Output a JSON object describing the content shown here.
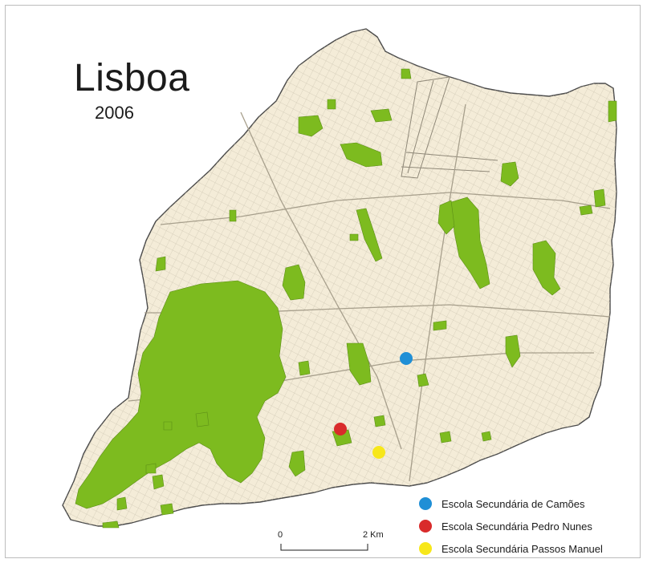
{
  "map": {
    "title": "Lisboa",
    "year": "2006",
    "colors": {
      "land": "#f4ecd8",
      "outline": "#4a4a4a",
      "streets": "#c9c1ae",
      "parks": "#7dbb1f"
    }
  },
  "schools": [
    {
      "label": "Escola Secundária de Camões",
      "color": "#1f8fd6",
      "icon": "blue-dot"
    },
    {
      "label": "Escola Secundária Pedro Nunes",
      "color": "#d92b2b",
      "icon": "red-dot"
    },
    {
      "label": "Escola Secundária Passos Manuel",
      "color": "#f7e71a",
      "icon": "yellow-dot"
    }
  ],
  "scale_bar": {
    "start_label": "0",
    "end_label": "2 Km"
  }
}
